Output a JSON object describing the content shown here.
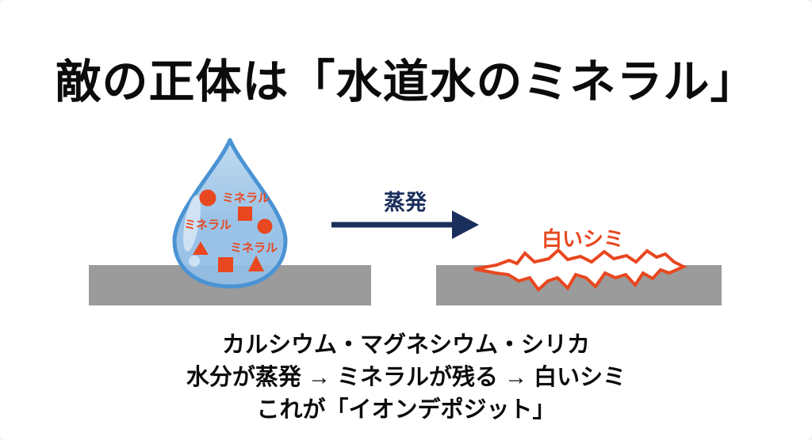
{
  "slide": {
    "title": "敵の正体は「水道水のミネラル」",
    "process": {
      "arrow_label": "蒸発"
    },
    "droplet": {
      "mineral_label": "ミネラル"
    },
    "result": {
      "stain_label": "白いシミ"
    },
    "notes": [
      "カルシウム・マグネシウム・シリカ",
      "水分が蒸発 → ミネラルが残る → 白いシミ",
      "これが「イオンデポジット」"
    ],
    "colors": {
      "text": "#0b0b0b",
      "navy": "#1b2f5c",
      "accent_red": "#e8471f",
      "droplet_fill": "#93bee6",
      "droplet_fill_light": "#bcd8ee",
      "droplet_stroke": "#4a93d4",
      "surface_gray": "#9b9b9b",
      "background": "#ffffff"
    }
  }
}
